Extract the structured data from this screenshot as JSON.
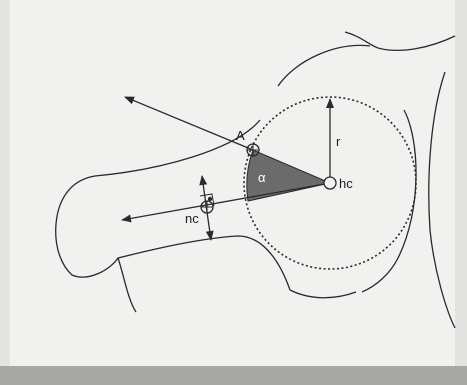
{
  "diagram": {
    "labels": {
      "point_a": "A",
      "radius": "r",
      "angle": "α",
      "head_center": "hc",
      "neck_center": "nc"
    },
    "colors": {
      "page_background": "#f1f1ef",
      "frame_shadow": "#a8a8a6",
      "line": "#2a2a2a",
      "angle_fill": "#6b6b6b"
    }
  }
}
